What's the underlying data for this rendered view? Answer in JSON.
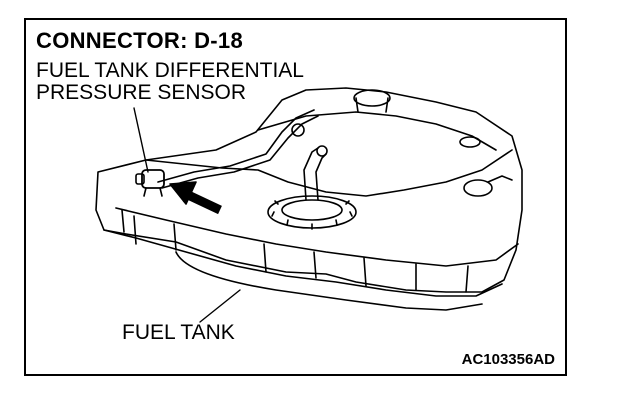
{
  "title": "CONNECTOR: D-18",
  "component_label": {
    "line1": "FUEL TANK DIFFERENTIAL",
    "line2": "PRESSURE SENSOR"
  },
  "part_label": "FUEL TANK",
  "figure_code": "AC103356AD"
}
